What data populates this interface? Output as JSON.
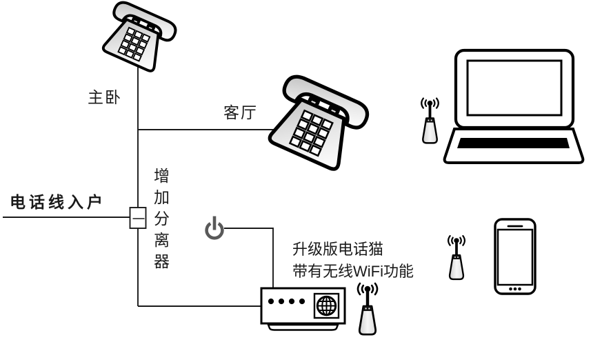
{
  "diagram": {
    "title": "home-phone-line-wifi-modem-wiring-diagram",
    "background": "#ffffff",
    "colors": {
      "line": "#1a1a1a",
      "outline": "#000000",
      "power_icon": "#595959",
      "device_fill_light": "#f2f2f2",
      "device_fill_dark": "#c0c0c0",
      "keyboard_fill": "#000000"
    },
    "labels": {
      "phone_line_entry": "电话线入户",
      "master_bedroom": "主卧",
      "living_room": "客厅",
      "splitter_vertical": "增加分离器",
      "modem_caption_line1": "升级版电话猫",
      "modem_caption_line2": "带有无线WiFi功能"
    },
    "icons": {
      "master_phone": "desk-telephone-icon",
      "living_phone": "desk-telephone-icon",
      "splitter_box": "splitter-junction-box",
      "power": "power-button-icon",
      "modem": "modem-router-with-globe",
      "wifi_antenna_near_modem": "wifi-antenna-icon",
      "wifi_antenna_near_laptop": "wifi-antenna-icon",
      "wifi_antenna_near_smartphone": "wifi-antenna-icon",
      "laptop": "laptop-icon",
      "smartphone": "smartphone-icon"
    }
  }
}
